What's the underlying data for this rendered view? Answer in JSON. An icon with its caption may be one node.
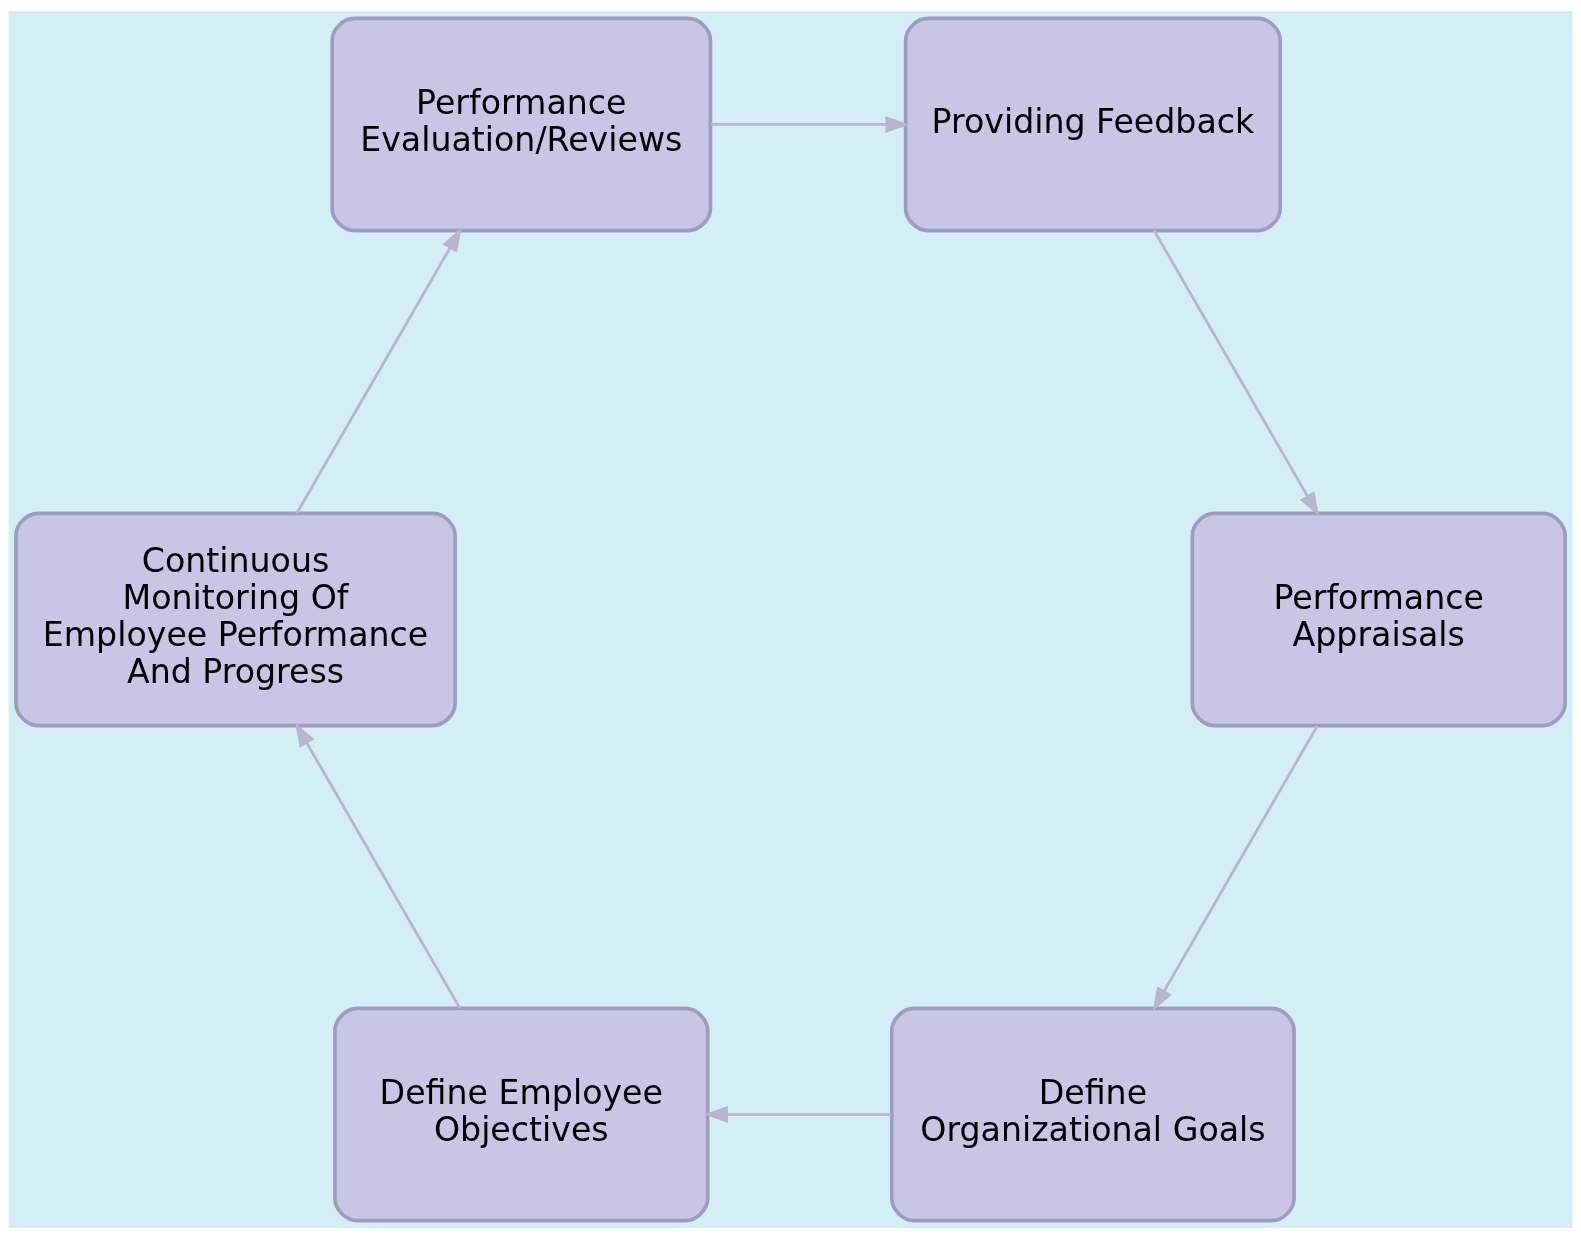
{
  "diagram": {
    "nodes": [
      {
        "text": [
          "Define Organizational Goals"
        ]
      },
      {
        "text": [
          "Define Employee Objectives"
        ]
      },
      {
        "text": [
          "Continuous Monitoring Of Employee Performance And Progress"
        ]
      },
      {
        "text": [
          "Performance Evaluation/Reviews"
        ]
      },
      {
        "text": [
          "Providing Feedback"
        ]
      },
      {
        "text": [
          "Performance Appraisals"
        ]
      }
    ],
    "edges": [
      {
        "from": 0,
        "to": 1,
        "arrow": "to"
      },
      {
        "from": 1,
        "to": 2,
        "arrow": "to"
      },
      {
        "from": 2,
        "to": 3,
        "arrow": "to"
      },
      {
        "from": 3,
        "to": 4,
        "arrow": "to"
      },
      {
        "from": 4,
        "to": 5,
        "arrow": "to"
      },
      {
        "from": 5,
        "to": 0,
        "arrow": "to"
      }
    ]
  }
}
